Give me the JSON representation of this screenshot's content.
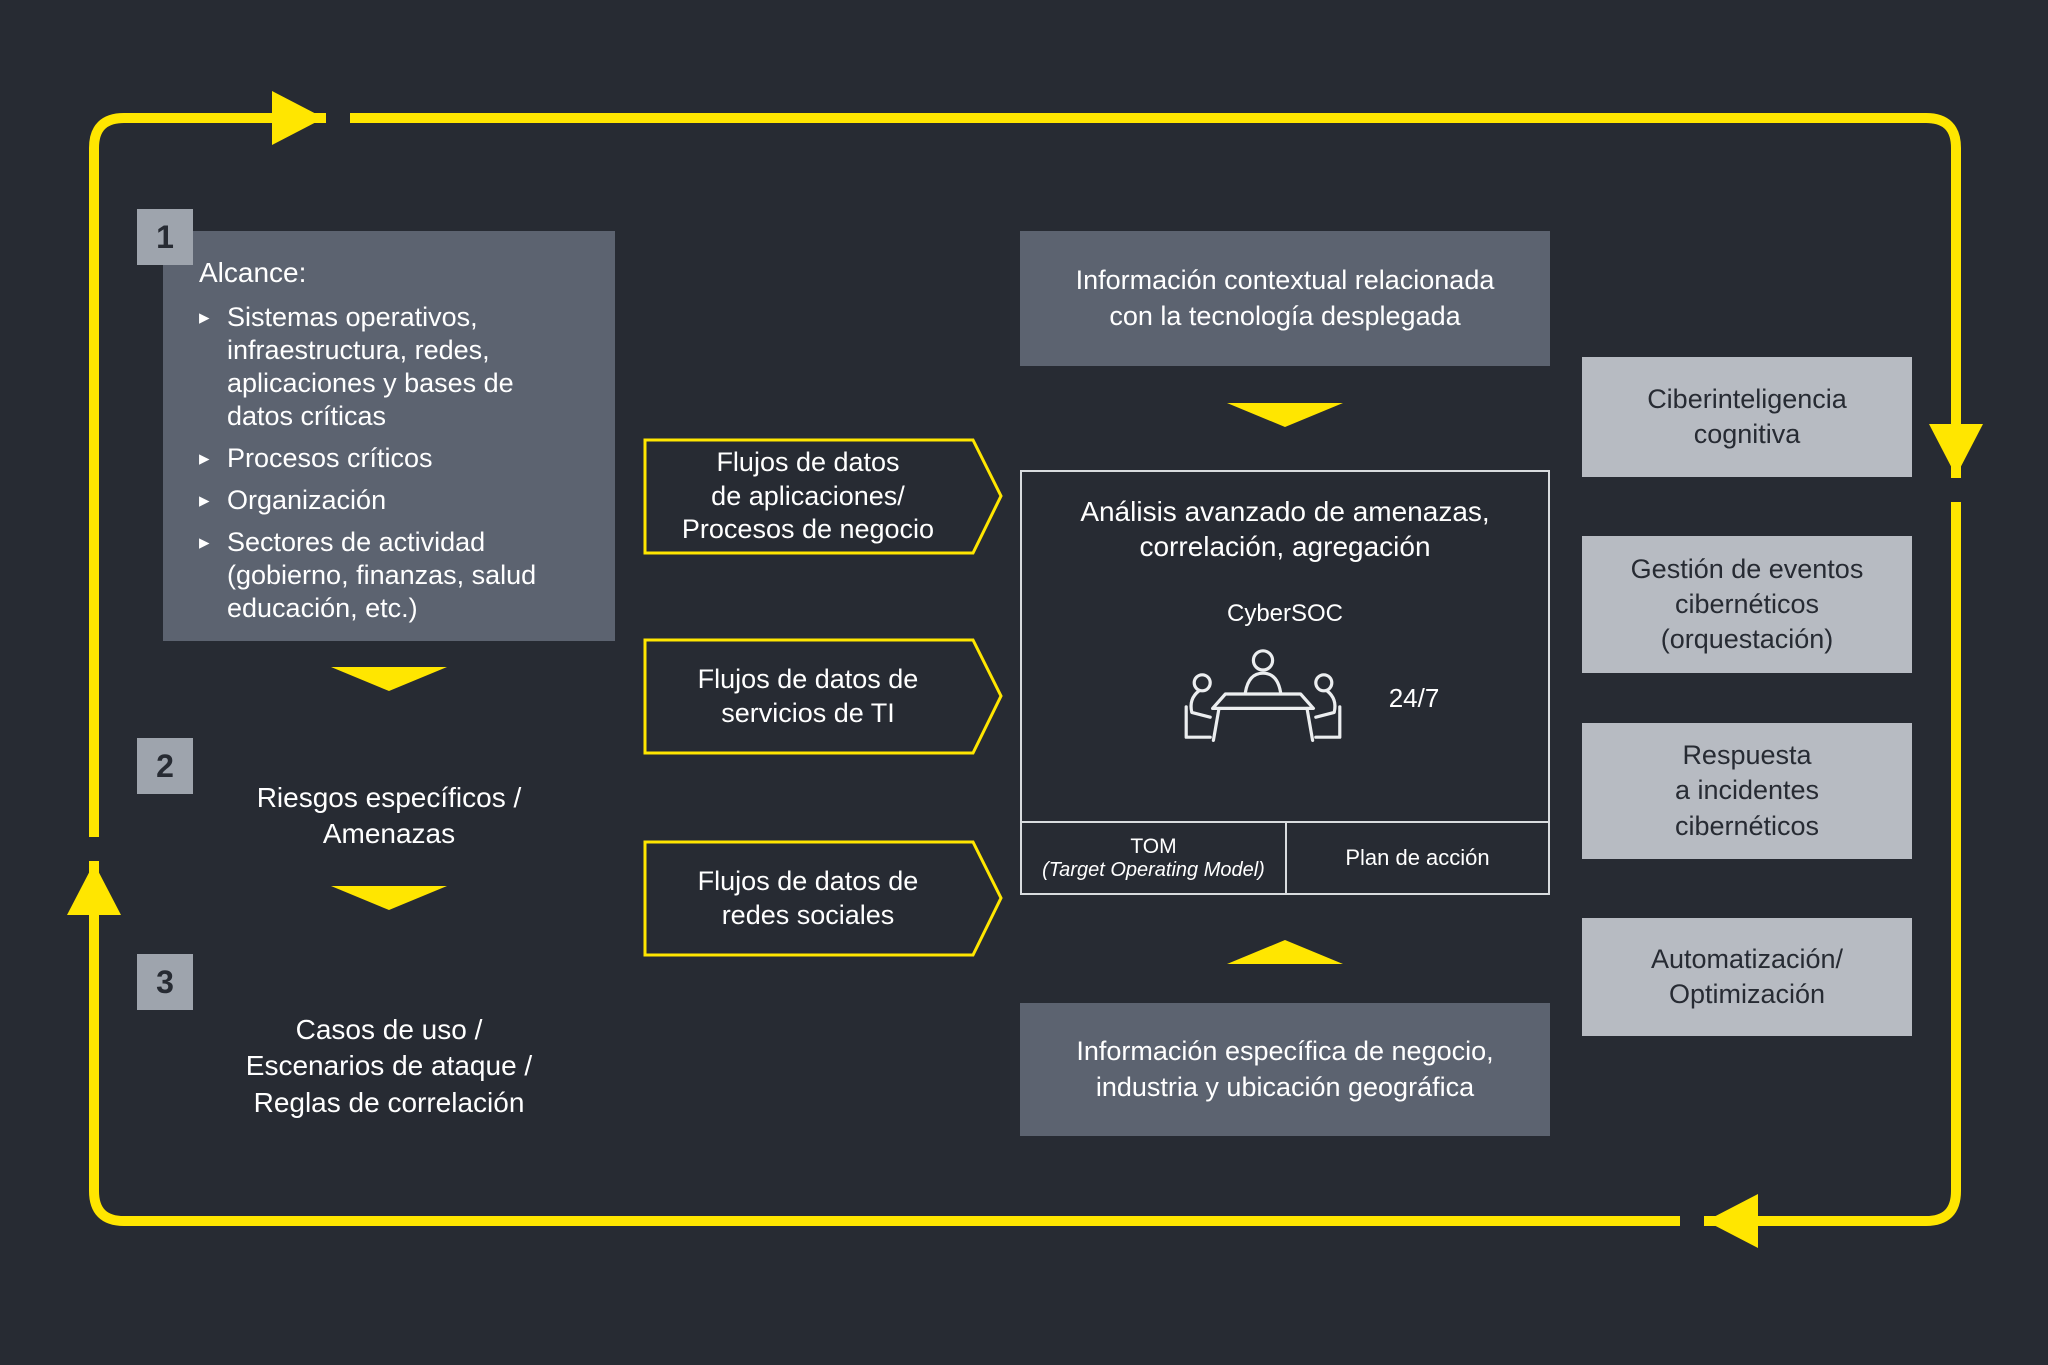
{
  "colors": {
    "background": "#272b33",
    "accent_yellow": "#ffe600",
    "panel_gray": "#5c6370",
    "panel_light": "#b7bbc2",
    "badge_gray": "#9ea4ad",
    "text_light": "#ffffff",
    "text_dark": "#272b33",
    "outline_light": "#d9dcdf"
  },
  "bullet_marker": "▸",
  "steps": {
    "one": {
      "number": "1",
      "title": "Alcance:",
      "bullets": [
        "Sistemas operativos, infraestructura, redes, aplicaciones y bases de datos críticas",
        "Procesos críticos",
        "Organización",
        "Sectores de actividad (gobierno, finanzas, salud educación, etc.)"
      ]
    },
    "two": {
      "number": "2",
      "label": "Riesgos específicos /\nAmenazas"
    },
    "three": {
      "number": "3",
      "label": "Casos de uso /\nEscenarios de ataque /\nReglas de correlación"
    }
  },
  "flows": [
    {
      "label": "Flujos de datos\nde aplicaciones/\nProcesos de negocio"
    },
    {
      "label": "Flujos de datos de\nservicios de TI"
    },
    {
      "label": "Flujos de datos de\nredes sociales"
    }
  ],
  "center": {
    "context_box": "Información contextual relacionada\ncon la tecnología desplegada",
    "soc_title": "Análisis avanzado de amenazas,\ncorrelación, agregación",
    "soc_name": "CyberSOC",
    "availability": "24/7",
    "tom_line1": "TOM",
    "tom_line2": "(Target Operating Model)",
    "action_plan": "Plan de acción",
    "business_box": "Información específica de negocio,\nindustria y ubicación geográfica"
  },
  "outcomes": [
    {
      "label": "Ciberinteligencia\ncognitiva"
    },
    {
      "label": "Gestión de eventos\ncibernéticos\n(orquestación)"
    },
    {
      "label": "Respuesta\na incidentes\ncibernéticos"
    },
    {
      "label": "Automatización/\nOptimización"
    }
  ]
}
